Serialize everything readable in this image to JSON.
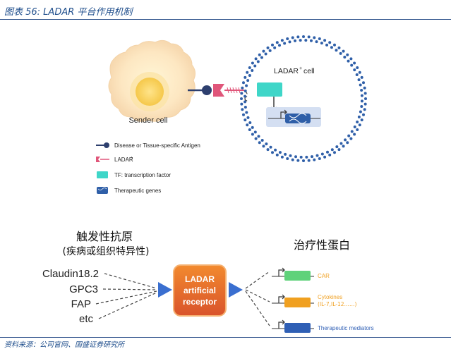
{
  "figure": {
    "title": "图表 56:  LADAR 平台作用机制",
    "source": "资料来源：公司官网、国盛证券研究所"
  },
  "top_diagram": {
    "sender_label": "Sender cell",
    "receiver_label": "LADAR",
    "receiver_label_sup": "+",
    "receiver_label_suffix": "cell",
    "legend": [
      {
        "icon": "antigen-icon",
        "label": "Disease or Tissue-specific Antigen"
      },
      {
        "icon": "ladar-receptor-icon",
        "label": "LADAR",
        "sup": "+"
      },
      {
        "icon": "tf-icon",
        "label": "TF: transcription factor"
      },
      {
        "icon": "gene-icon",
        "label": "Therapeutic genes"
      }
    ]
  },
  "bottom_diagram": {
    "antigen_heading_1": "触发性抗原",
    "antigen_heading_2": "(疾病或组织特异性)",
    "antigens": [
      "Claudin18.2",
      "GPC3",
      "FAP",
      "etc"
    ],
    "receptor_lines": [
      "LADAR",
      "artificial",
      "receptor"
    ],
    "output_heading": "治疗性蛋白",
    "outputs": [
      {
        "label": "CAR",
        "color": "#5fd27a"
      },
      {
        "label": "Cytokines",
        "label2": "(IL-7,IL-12……)",
        "color": "#f0a020"
      },
      {
        "label": "Therapeutic mediators",
        "color": "#2f5fb5"
      }
    ]
  },
  "colors": {
    "accent_blue": "#1f4e8c",
    "receptor_orange": "#e8731f",
    "receptor_red": "#d9532b",
    "arrow_blue": "#3a6fd0",
    "teal": "#3fd6c8",
    "dot_blue": "#2f5fa8"
  }
}
